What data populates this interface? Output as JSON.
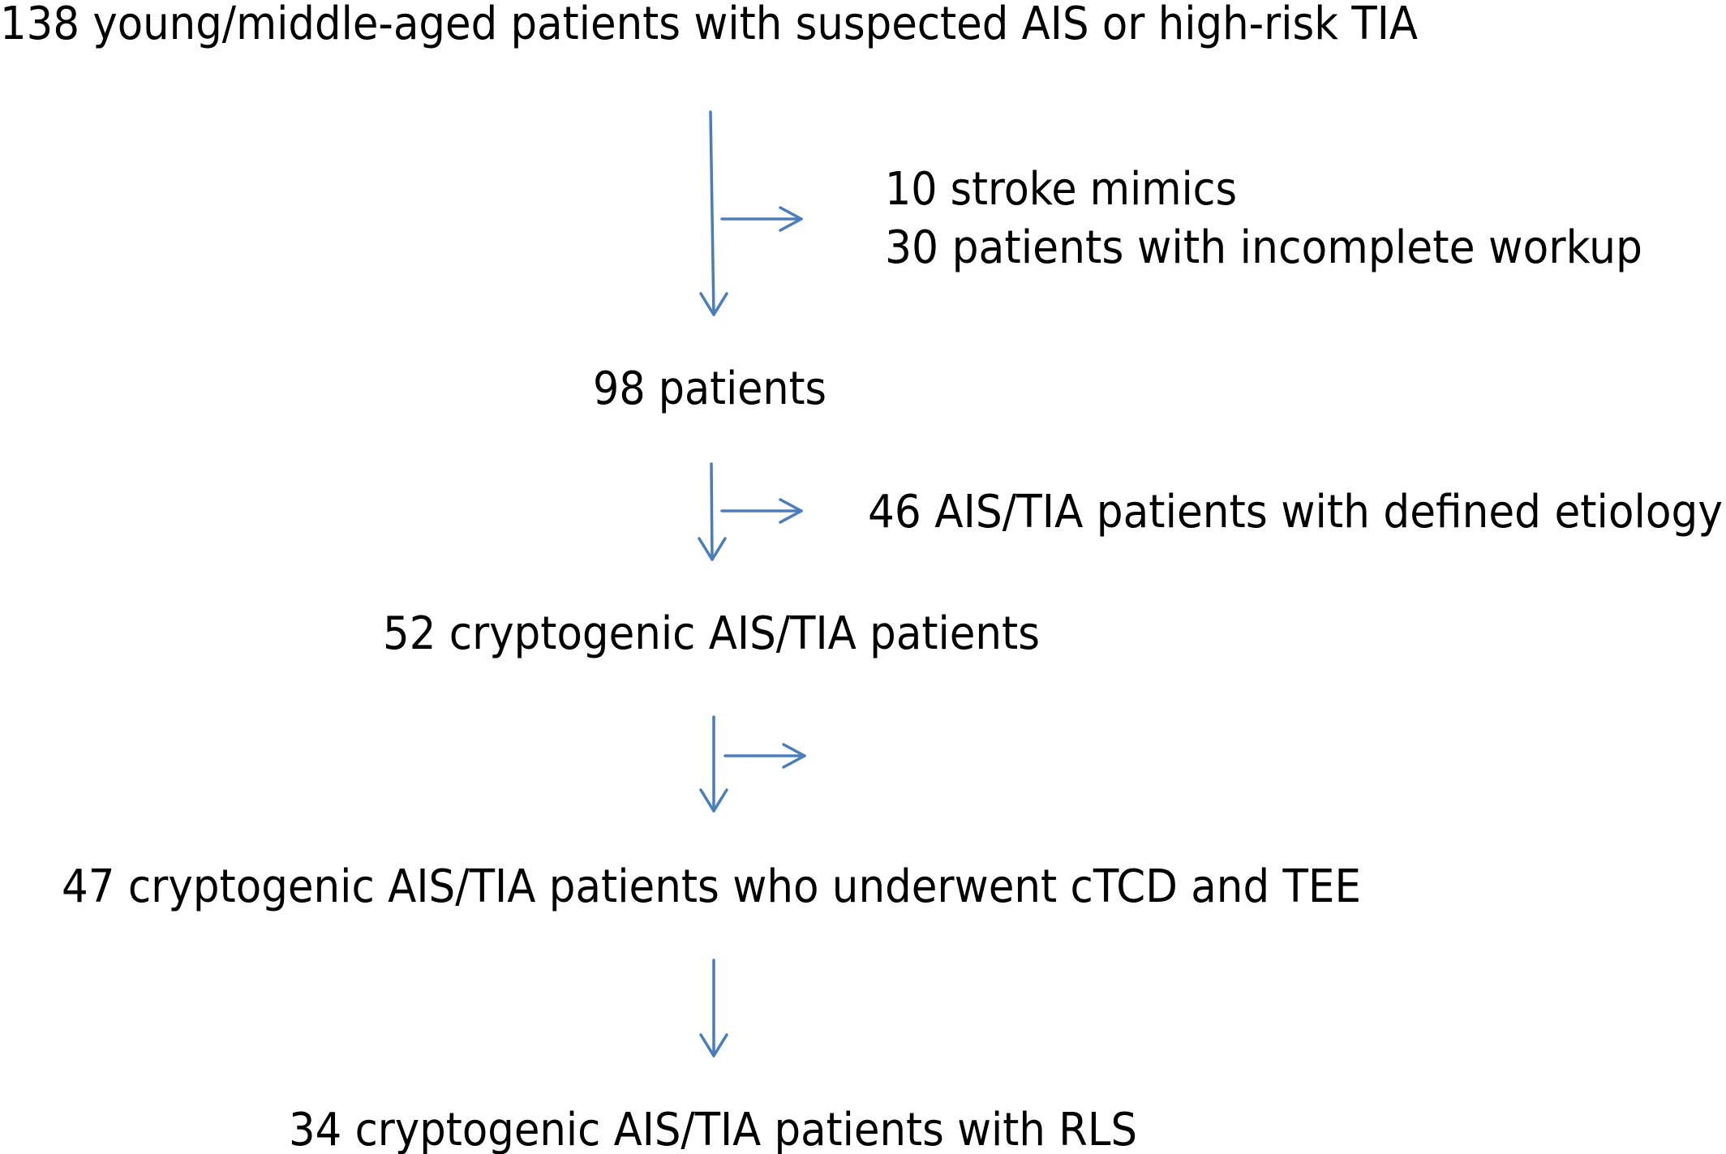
{
  "diagram": {
    "colors": {
      "arrow": "#4a7ebb",
      "text": "#000000",
      "background": "#ffffff"
    },
    "nodes": {
      "start": "138 young/middle-aged patients with suspected AIS or high-risk TIA",
      "exclusion1_line1": "10 stroke mimics",
      "exclusion1_line2": "30 patients with incomplete workup",
      "step2": "98 patients",
      "exclusion2": "46 AIS/TIA patients with defined etiology",
      "step3": "52 cryptogenic AIS/TIA patients",
      "step4": "47 cryptogenic AIS/TIA patients who underwent cTCD and TEE",
      "final": "34 cryptogenic AIS/TIA patients with RLS"
    }
  }
}
